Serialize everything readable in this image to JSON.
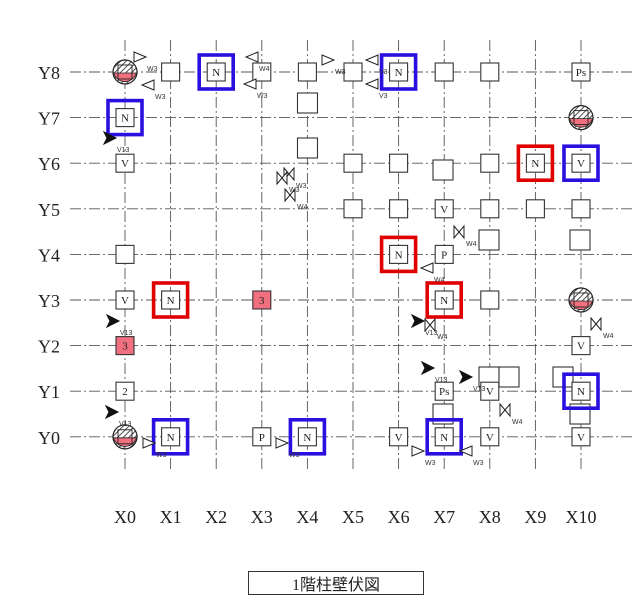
{
  "plan": {
    "title": "1階柱壁伏図",
    "x_axis_labels": [
      "X0",
      "X1",
      "X2",
      "X3",
      "X4",
      "X5",
      "X6",
      "X7",
      "X8",
      "X9",
      "X10"
    ],
    "y_axis_labels": [
      "Y8",
      "Y7",
      "Y6",
      "Y5",
      "Y4",
      "Y3",
      "Y2",
      "Y1",
      "Y0"
    ],
    "colors": {
      "grid_line": "#555555",
      "column_border": "#333333",
      "red_marker": "#e00000",
      "blue_marker": "#2a10e0",
      "pink_fill": "#f07080",
      "wall_fill": "#111111"
    },
    "columns": [
      {
        "col": "X0",
        "row": "Y8",
        "type": "hatched"
      },
      {
        "col": "X1",
        "row": "Y8",
        "type": "plain"
      },
      {
        "col": "X2",
        "row": "Y8",
        "type": "plain",
        "text": "N",
        "marker": "blue"
      },
      {
        "col": "X3",
        "row": "Y8",
        "type": "plain"
      },
      {
        "col": "X4",
        "row": "Y8",
        "type": "plain"
      },
      {
        "col": "X5",
        "row": "Y8",
        "type": "plain"
      },
      {
        "col": "X6",
        "row": "Y8",
        "type": "plain",
        "text": "N",
        "marker": "blue"
      },
      {
        "col": "X7",
        "row": "Y8",
        "type": "plain"
      },
      {
        "col": "X8",
        "row": "Y8",
        "type": "plain"
      },
      {
        "col": "X10",
        "row": "Y8",
        "type": "plain",
        "text": "Ps"
      },
      {
        "col": "X0",
        "row": "Y7",
        "type": "plain",
        "text": "N",
        "marker": "blue"
      },
      {
        "col": "X10",
        "row": "Y7",
        "type": "hatched"
      },
      {
        "col": "X0",
        "row": "Y6",
        "type": "plain",
        "text": "V"
      },
      {
        "col": "X5",
        "row": "Y6",
        "type": "plain"
      },
      {
        "col": "X6",
        "row": "Y6",
        "type": "plain"
      },
      {
        "col": "X8",
        "row": "Y6",
        "type": "plain"
      },
      {
        "col": "X9",
        "row": "Y6",
        "type": "plain",
        "text": "N",
        "marker": "red"
      },
      {
        "col": "X10",
        "row": "Y6",
        "type": "plain",
        "text": "V",
        "marker": "blue"
      },
      {
        "col": "X5",
        "row": "Y5",
        "type": "plain"
      },
      {
        "col": "X6",
        "row": "Y5",
        "type": "plain"
      },
      {
        "col": "X7",
        "row": "Y5",
        "type": "plain",
        "text": "V"
      },
      {
        "col": "X8",
        "row": "Y5",
        "type": "plain"
      },
      {
        "col": "X9",
        "row": "Y5",
        "type": "plain"
      },
      {
        "col": "X10",
        "row": "Y5",
        "type": "plain"
      },
      {
        "col": "X0",
        "row": "Y4",
        "type": "plain"
      },
      {
        "col": "X6",
        "row": "Y4",
        "type": "plain",
        "text": "N",
        "marker": "red"
      },
      {
        "col": "X7",
        "row": "Y4",
        "type": "plain",
        "text": "P"
      },
      {
        "col": "X0",
        "row": "Y3",
        "type": "plain",
        "text": "V"
      },
      {
        "col": "X1",
        "row": "Y3",
        "type": "plain",
        "text": "N",
        "marker": "red"
      },
      {
        "col": "X3",
        "row": "Y3",
        "type": "pink",
        "text": "3"
      },
      {
        "col": "X7",
        "row": "Y3",
        "type": "plain",
        "text": "N",
        "marker": "red"
      },
      {
        "col": "X8",
        "row": "Y3",
        "type": "plain"
      },
      {
        "col": "X10",
        "row": "Y3",
        "type": "hatched"
      },
      {
        "col": "X0",
        "row": "Y2",
        "type": "pink",
        "text": "3"
      },
      {
        "col": "X10",
        "row": "Y2",
        "type": "plain",
        "text": "V"
      },
      {
        "col": "X0",
        "row": "Y1",
        "type": "plain",
        "text": "2"
      },
      {
        "col": "X7",
        "row": "Y1",
        "type": "plain",
        "text": "Ps"
      },
      {
        "col": "X8",
        "row": "Y1",
        "type": "plain",
        "text": "V"
      },
      {
        "col": "X10",
        "row": "Y1",
        "type": "plain",
        "text": "N",
        "marker": "blue"
      },
      {
        "col": "X0",
        "row": "Y0",
        "type": "hatched"
      },
      {
        "col": "X1",
        "row": "Y0",
        "type": "plain",
        "text": "N",
        "marker": "blue"
      },
      {
        "col": "X3",
        "row": "Y0",
        "type": "plain",
        "text": "P"
      },
      {
        "col": "X4",
        "row": "Y0",
        "type": "plain",
        "text": "N",
        "marker": "blue"
      },
      {
        "col": "X6",
        "row": "Y0",
        "type": "plain",
        "text": "V"
      },
      {
        "col": "X7",
        "row": "Y0",
        "type": "plain",
        "text": "N",
        "marker": "blue"
      },
      {
        "col": "X8",
        "row": "Y0",
        "type": "plain",
        "text": "V"
      },
      {
        "col": "X10",
        "row": "Y0",
        "type": "plain",
        "text": "V"
      }
    ],
    "walls": [
      {
        "kind": "triangle-open",
        "label": "W3"
      },
      {
        "kind": "triangle-open",
        "label": "W3"
      },
      {
        "kind": "triangle-open",
        "label": "W4"
      },
      {
        "kind": "triangle-open",
        "label": "W3"
      },
      {
        "kind": "triangle-open",
        "label": "W3"
      },
      {
        "kind": "triangle-open",
        "label": "V3"
      },
      {
        "kind": "triangle-open",
        "label": "V3"
      },
      {
        "kind": "triangle-filled",
        "label": "V13"
      },
      {
        "kind": "bowtie",
        "label": "W3"
      },
      {
        "kind": "bowtie",
        "label": "W4"
      },
      {
        "kind": "bowtie",
        "label": "W3"
      },
      {
        "kind": "triangle-open",
        "label": "W4"
      },
      {
        "kind": "bowtie",
        "label": "W4"
      },
      {
        "kind": "triangle-filled",
        "label": "V13"
      },
      {
        "kind": "triangle-filled",
        "label": "V13"
      },
      {
        "kind": "bowtie",
        "label": "W4"
      },
      {
        "kind": "triangle-filled",
        "label": "V13"
      },
      {
        "kind": "triangle-filled",
        "label": "V13"
      },
      {
        "kind": "bowtie",
        "label": "W4"
      },
      {
        "kind": "triangle-filled",
        "label": "V13"
      },
      {
        "kind": "bowtie",
        "label": "W4"
      },
      {
        "kind": "triangle-open",
        "label": "W3"
      },
      {
        "kind": "triangle-open",
        "label": "W3"
      },
      {
        "kind": "triangle-open",
        "label": "W3"
      },
      {
        "kind": "triangle-open",
        "label": "W3"
      }
    ]
  }
}
